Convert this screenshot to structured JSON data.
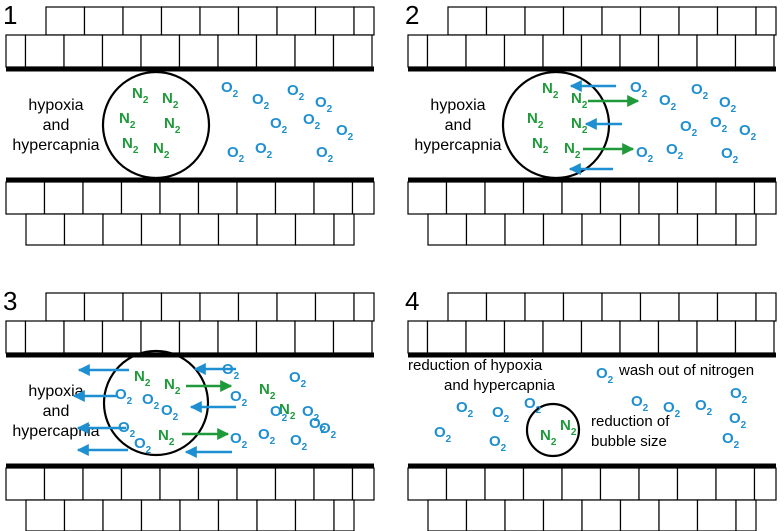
{
  "colors": {
    "nitrogen": "#1f9a3a",
    "oxygen": "#1e8fd0",
    "n2_arrow": "#1f9a3a",
    "o2_arrow": "#1e8fd0",
    "outline": "#000000"
  },
  "molecules": {
    "nitrogen": {
      "main": "N",
      "sub": "2"
    },
    "oxygen": {
      "main": "O",
      "sub": "2"
    }
  },
  "panels": [
    {
      "number": "1",
      "labels": [
        "hypoxia",
        "and",
        "hypercapnia"
      ]
    },
    {
      "number": "2",
      "labels": [
        "hypoxia",
        "and",
        "hypercapnia"
      ]
    },
    {
      "number": "3",
      "labels": [
        "hypoxia",
        "and",
        "hypercapnia"
      ]
    },
    {
      "number": "4",
      "labels": [
        "reduction of hypoxia",
        "and hypercapnia",
        "wash out of nitrogen",
        "reduction of",
        "bubble size"
      ]
    }
  ]
}
